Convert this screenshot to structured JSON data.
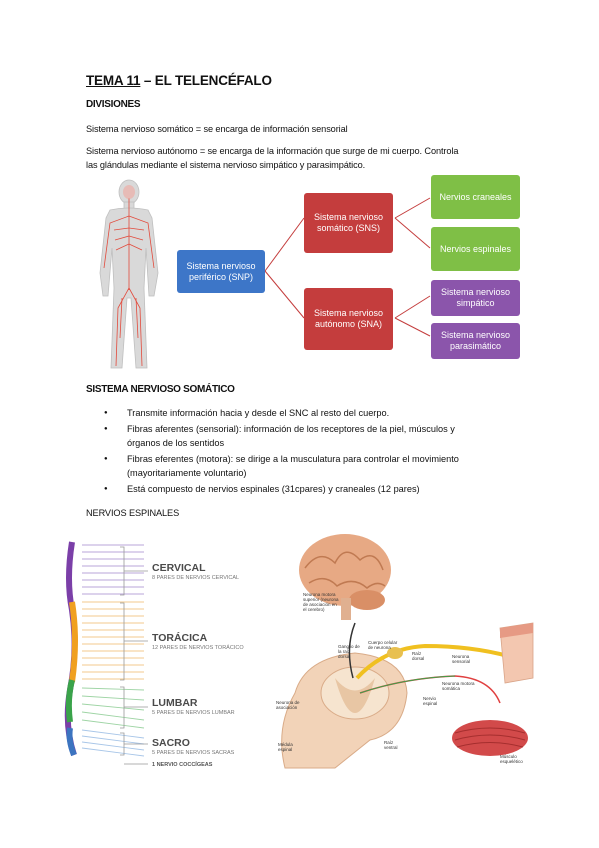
{
  "title": {
    "main": "TEMA 11",
    "rest": " – EL TELENCÉFALO"
  },
  "divisiones": {
    "heading": "DIVISIONES",
    "p1": "Sistema nervioso somático = se encarga de información sensorial",
    "p2_line1": "Sistema nervioso autónomo = se encarga de la información que surge de mi cuerpo. Controla",
    "p2_line2": "las glándulas mediante el sistema nervioso simpático y parasimpático."
  },
  "diagram": {
    "snp": "Sistema nervioso periférico (SNP)",
    "sns": "Sistema nervioso somático (SNS)",
    "sna": "Sistema nervioso autónomo (SNA)",
    "craneales": "Nervios craneales",
    "espinales": "Nervios espinales",
    "simpatico": "Sistema nervioso simpático",
    "parasimatico": "Sistema nervioso parasimático",
    "colors": {
      "blue": "#3d76c8",
      "red": "#c43d3d",
      "green": "#7fbf46",
      "purple": "#8b55ab"
    }
  },
  "somatico": {
    "heading": "SISTEMA NERVIOSO SOMÁTICO",
    "bullets": [
      "Transmite información hacia y desde el SNC al resto del cuerpo.",
      "Fibras aferentes (sensorial): información de los receptores de la piel, músculos y",
      "órganos de los sentidos",
      "Fibras eferentes (motora): se dirige a la musculatura para controlar el movimiento",
      "(mayoritariamente voluntario)",
      "Está compuesto de nervios espinales (31cpares) y craneales (12 pares)"
    ]
  },
  "espinales": {
    "heading": "NERVIOS ESPINALES",
    "cervical": "CERVICAL",
    "cervical_sub": "8 PARES DE NERVIOS CERVICAL",
    "toracica": "TORÁCICA",
    "toracica_sub": "12 PARES DE NERVIOS TORÁCICO",
    "lumbar": "LUMBAR",
    "lumbar_sub": "5 PARES DE NERVIOS LUMBAR",
    "sacro": "SACRO",
    "sacro_sub": "5 PARES DE NERVIOS SACRAS",
    "coccigeas": "1 NERVIO COCCÍGEAS"
  },
  "reflex": {
    "l1": "Neurona motora superior (neurona de asociación en el cerebro)",
    "l2": "Ganglio de la raíz dorsal",
    "l3": "Cuerpo celular de neurona",
    "l4": "Raíz dorsal",
    "l5": "Neurona sensorial",
    "l6": "Neurona motora somática",
    "l7": "Nervio espinal",
    "l8": "Neurona de asociación",
    "l9": "Médula espinal",
    "l10": "Raíz ventral",
    "l11": "Músculo esquelético"
  }
}
